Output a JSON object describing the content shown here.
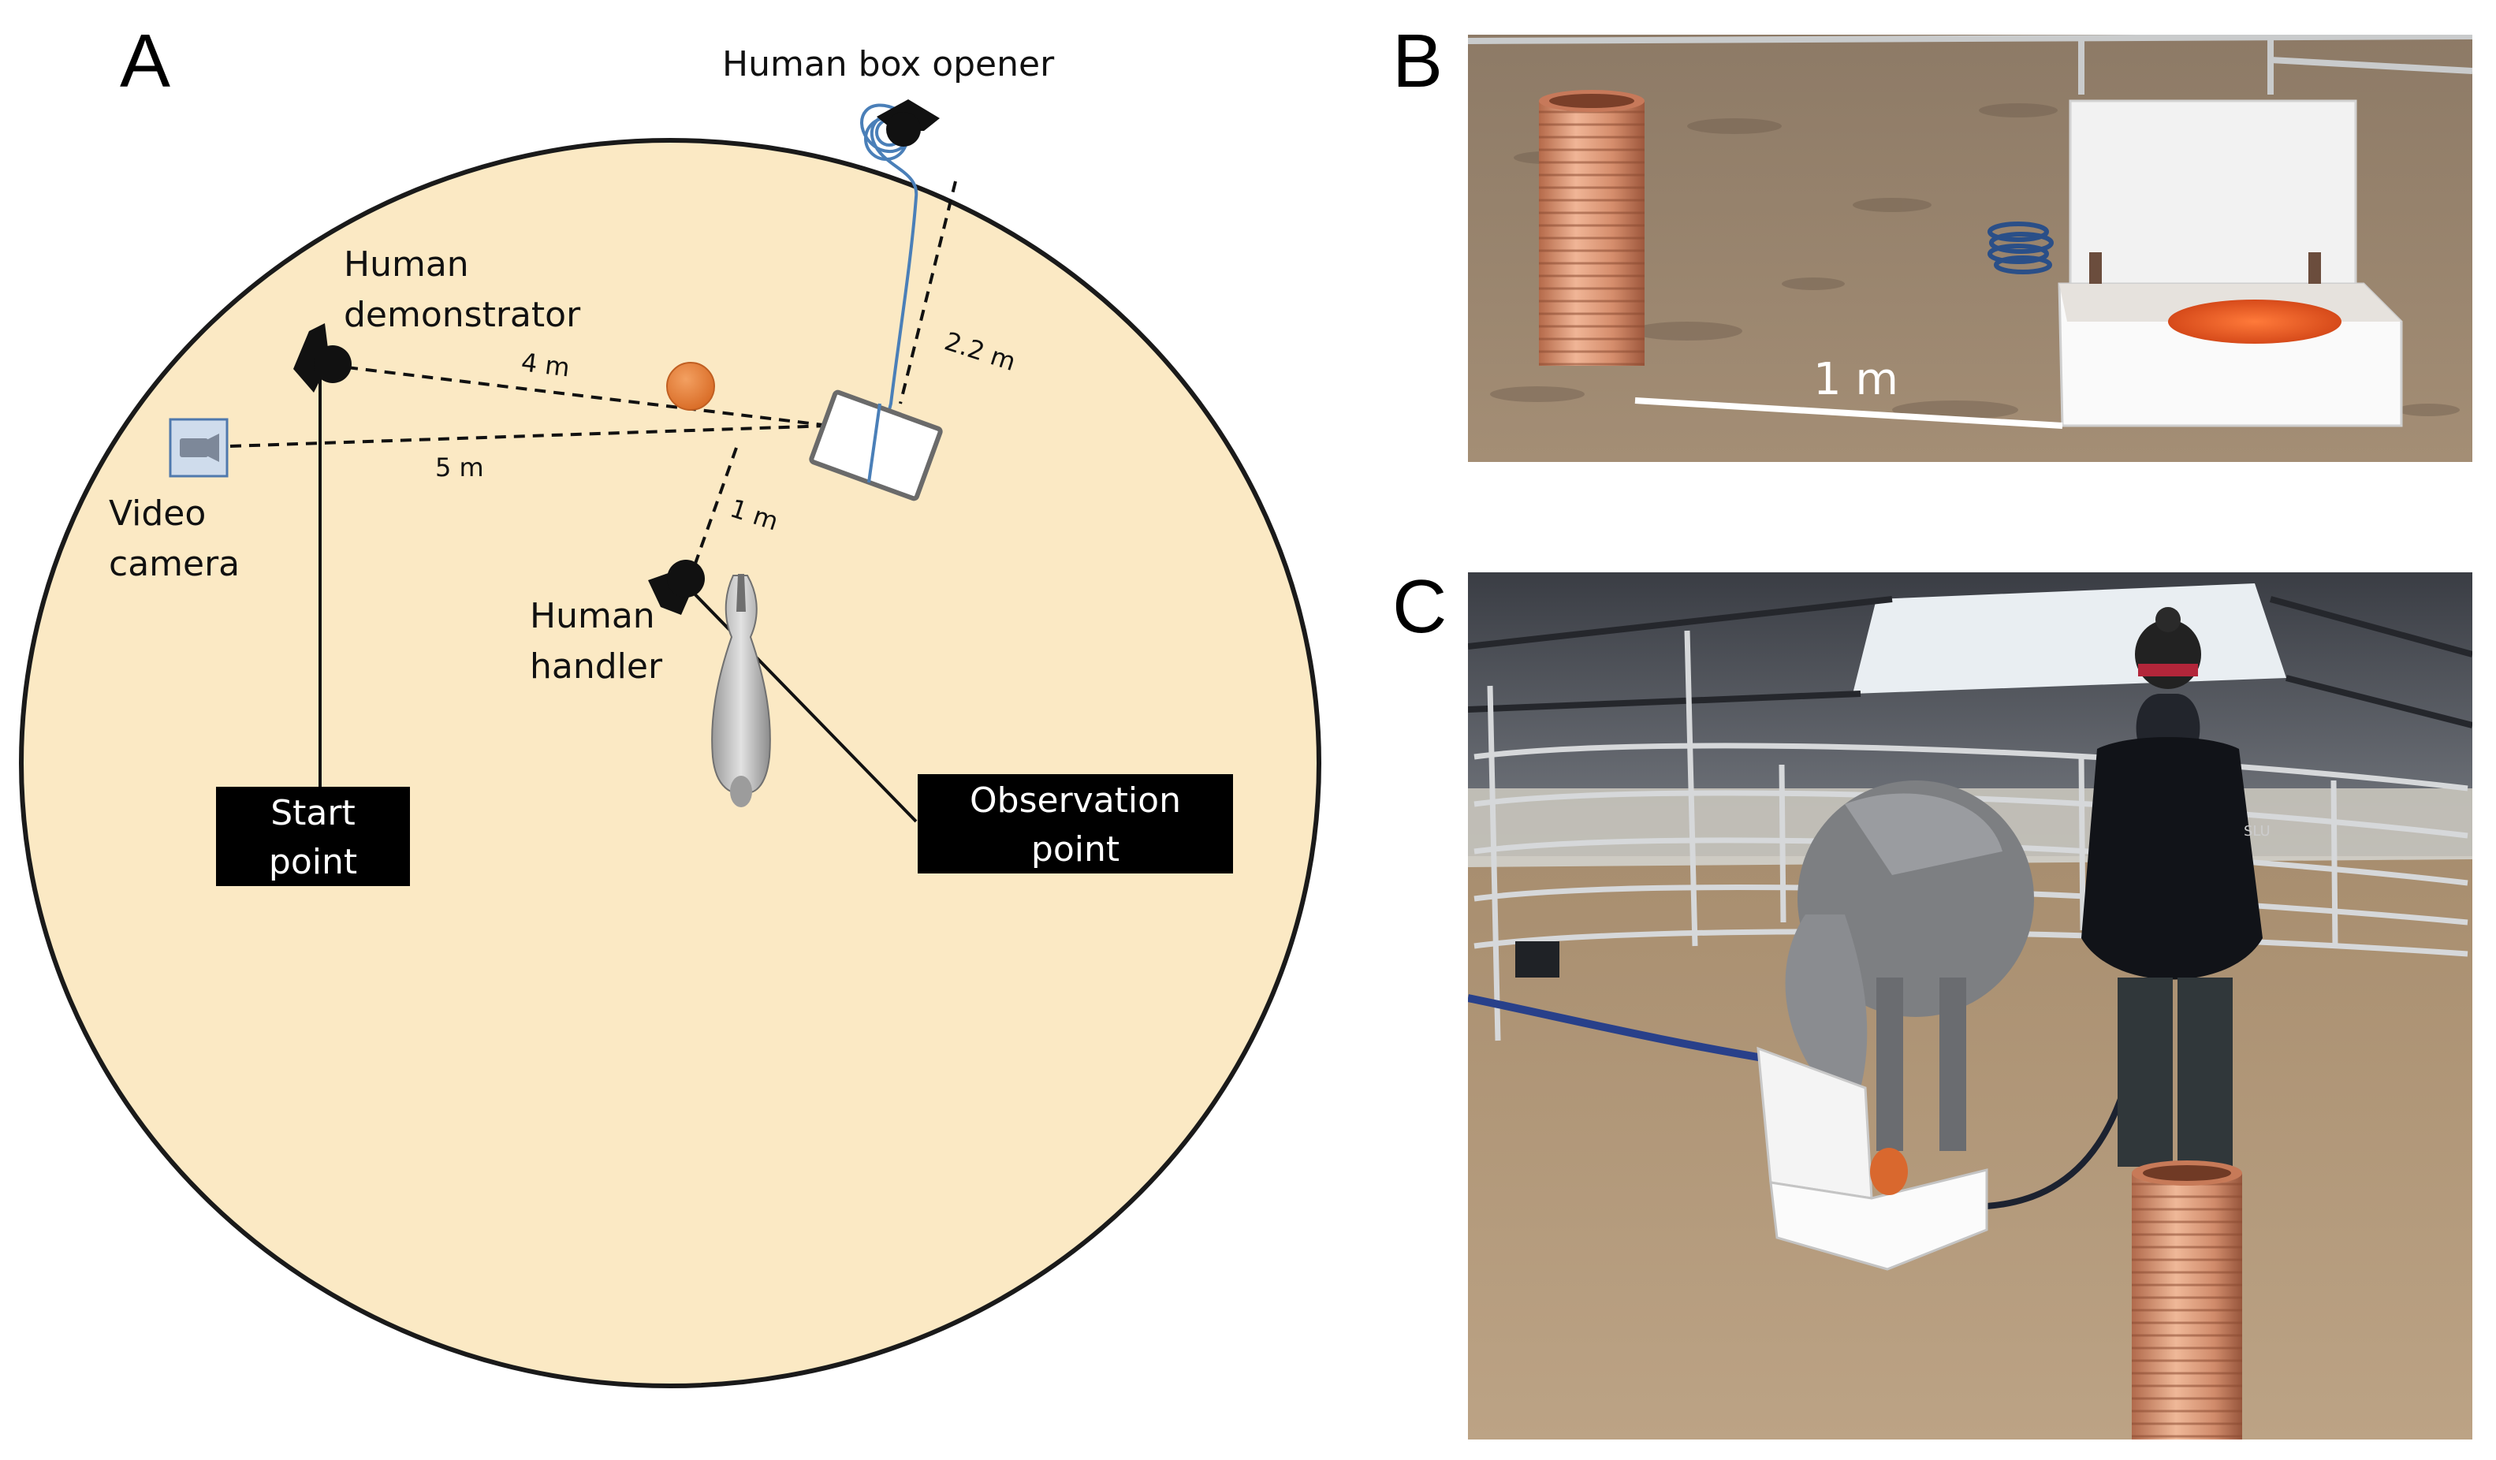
{
  "panels": {
    "a": {
      "letter": "A",
      "labels": {
        "box_opener": "Human box opener",
        "demonstrator_1": "Human",
        "demonstrator_2": "demonstrator",
        "camera_1": "Video",
        "camera_2": "camera",
        "handler_1": "Human",
        "handler_2": "handler",
        "start_1": "Start",
        "start_2": "point",
        "observation_1": "Observation",
        "observation_2": "point"
      },
      "distances": {
        "demonstrator_to_box": "4 m",
        "camera_to_box": "5 m",
        "opener_to_box": "2.2 m",
        "handler_to_box": "1 m"
      }
    },
    "b": {
      "letter": "B",
      "scale_label": "1 m"
    },
    "c": {
      "letter": "C",
      "jacket_text": "SLU"
    }
  },
  "colors": {
    "arena_fill": "#fbe9c4",
    "arena_stroke": "#1a1a1a",
    "ball": "#e6782f",
    "rope": "#4a7fb8",
    "camera_fill": "#cfdcec",
    "label_box": "#000000",
    "pipe": "#d58d6c",
    "sand": "#a58e72"
  }
}
